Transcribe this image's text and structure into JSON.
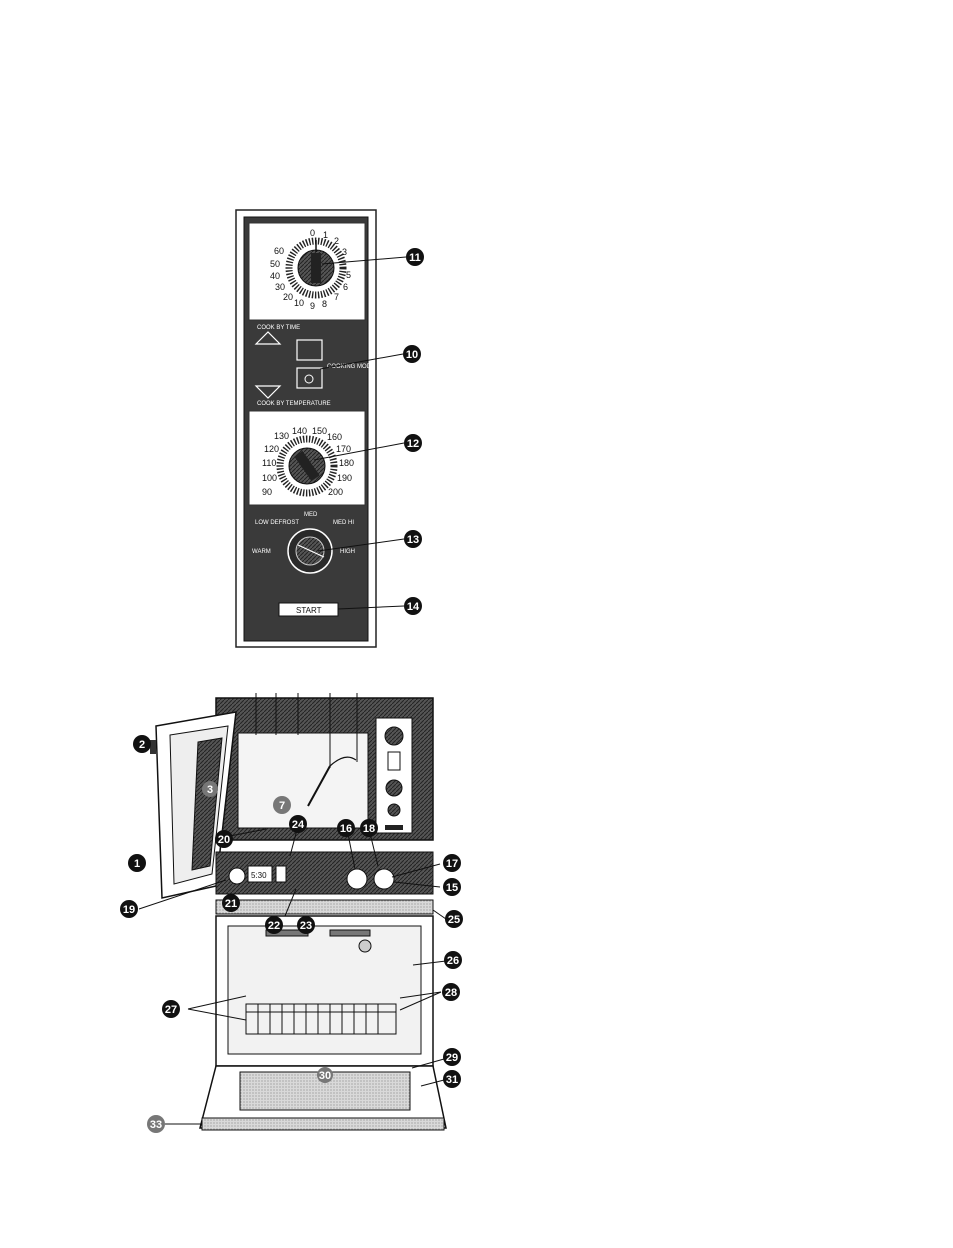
{
  "timer_dial": {
    "numbers": [
      "0",
      "1",
      "2",
      "3",
      "5",
      "6",
      "7",
      "8",
      "9",
      "10",
      "20",
      "30",
      "40",
      "50",
      "60"
    ]
  },
  "mode_section": {
    "cook_by_time": "COOK BY TIME",
    "cooking_mode_selector": "COOKING MODE SELECTOR",
    "cook_by_temperature": "COOK BY TEMPERATURE"
  },
  "temp_dial": {
    "numbers": [
      "90",
      "100",
      "110",
      "120",
      "130",
      "140",
      "150",
      "160",
      "170",
      "180",
      "190",
      "200"
    ]
  },
  "power_dial": {
    "labels": [
      "WARM",
      "LOW DEFROST",
      "MED",
      "MED HI",
      "HIGH"
    ]
  },
  "start_button": {
    "label": "START"
  },
  "oven_display": {
    "readout": "5:30"
  },
  "callouts": {
    "panel": [
      "11",
      "10",
      "12",
      "13",
      "14"
    ],
    "oven": [
      "2",
      "3",
      "1",
      "7",
      "20",
      "24",
      "16",
      "18",
      "17",
      "15",
      "19",
      "21",
      "23",
      "25",
      "22",
      "26",
      "27",
      "28",
      "29",
      "30",
      "31",
      "33"
    ]
  }
}
